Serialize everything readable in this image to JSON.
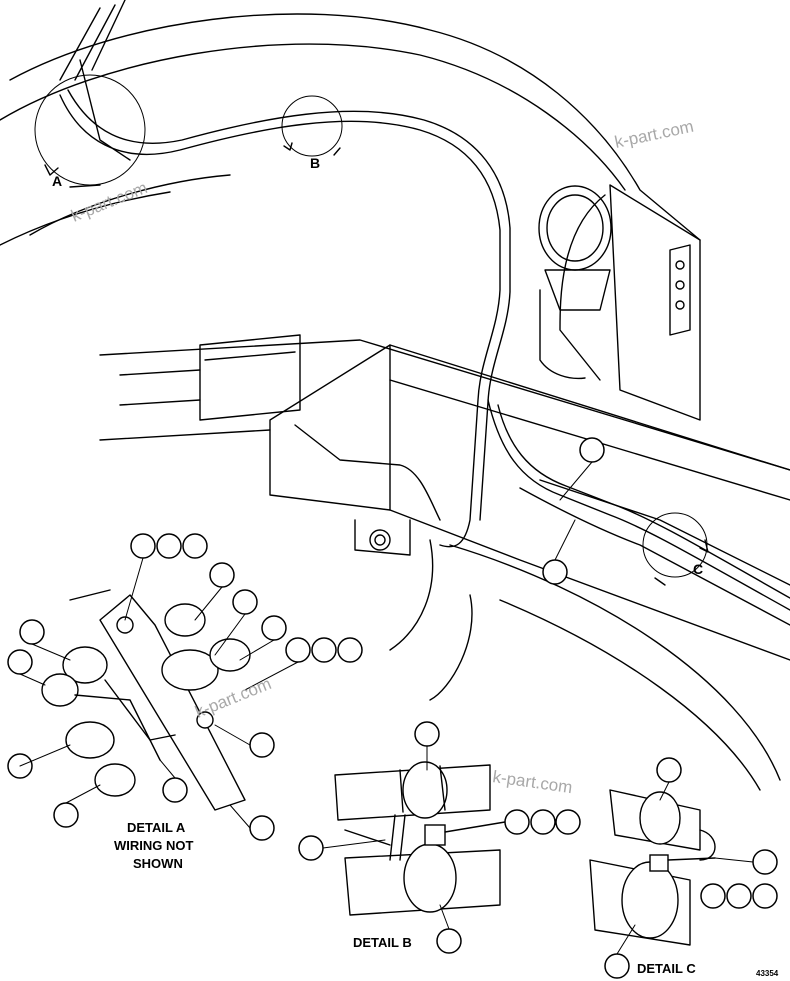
{
  "view_labels": {
    "a": "A",
    "b": "B",
    "c": "C"
  },
  "details": {
    "a_title": "DETAIL A",
    "a_note_1": "WIRING NOT",
    "a_note_2": "SHOWN",
    "b": "DETAIL B",
    "c": "DETAIL C"
  },
  "watermarks": [
    "k-part.com",
    "k-part.com",
    "k-part.com",
    "k-part.com"
  ],
  "figure_ref": "43354"
}
